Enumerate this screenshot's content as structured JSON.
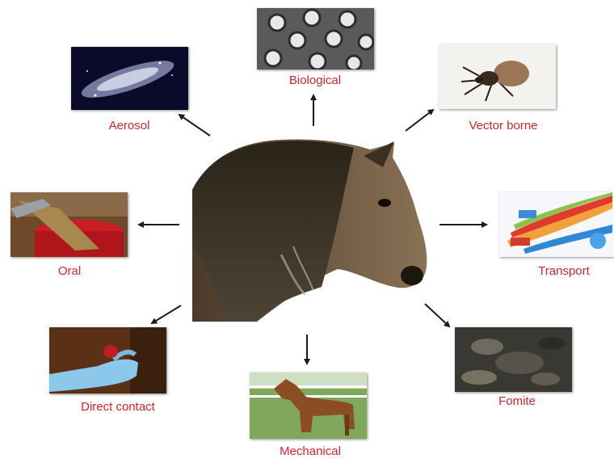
{
  "colors": {
    "label": "#d1262c",
    "arrow": "#1a1a1a"
  },
  "center": {
    "image": "horse-head-icon"
  },
  "routes": {
    "aerosol": {
      "label": "Aerosol",
      "image": "aerosol-spray-icon"
    },
    "biological": {
      "label": "Biological",
      "image": "microorganism-cells-icon"
    },
    "vector_borne": {
      "label": "Vector borne",
      "image": "tick-icon"
    },
    "oral": {
      "label": "Oral",
      "image": "feed-bucket-icon"
    },
    "transport": {
      "label": "Transport",
      "image": "transport-trucks-icon"
    },
    "direct_contact": {
      "label": "Direct contact",
      "image": "gloved-hand-icon"
    },
    "mechanical": {
      "label": "Mechanical",
      "image": "horse-in-field-icon"
    },
    "fomite": {
      "label": "Fomite",
      "image": "contaminated-ground-icon"
    }
  }
}
